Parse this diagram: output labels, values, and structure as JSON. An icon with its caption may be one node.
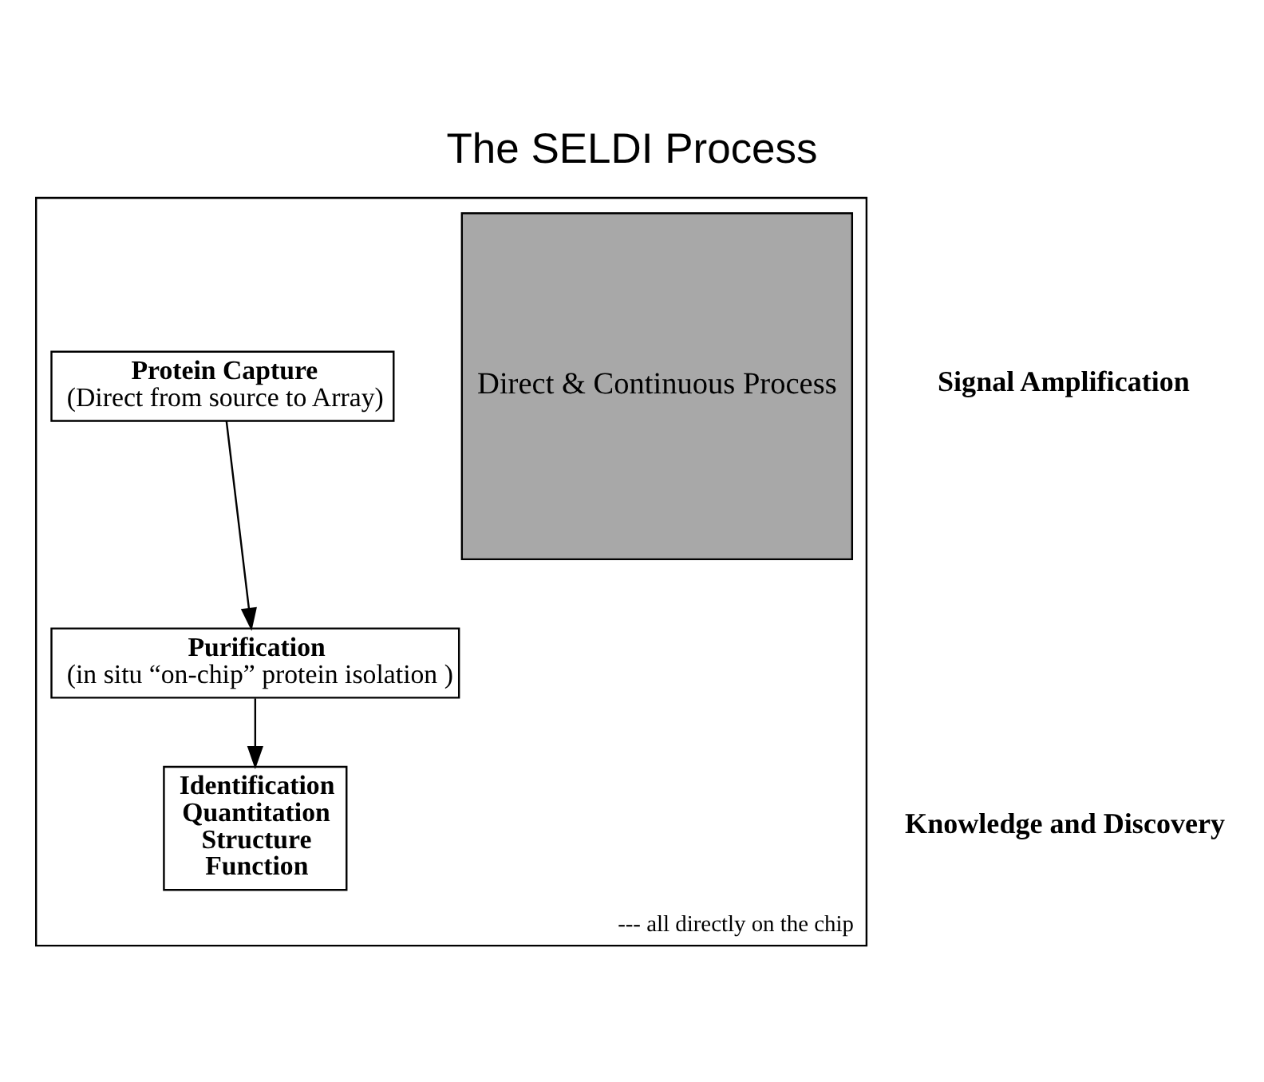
{
  "diagram": {
    "title": "The SELDI Process",
    "nodes": [
      {
        "text": [
          "--- all directly on the chip"
        ]
      },
      {
        "text": [
          "Direct & Continuous Process"
        ],
        "in": 0
      },
      {
        "text": [
          "Protein Capture",
          "(Direct from source to Array)"
        ],
        "in": 0
      },
      {
        "text": [
          "Purification",
          "(in situ “on-chip” protein isolation )"
        ],
        "in": 0
      },
      {
        "text": [
          "Identification",
          "Quantitation",
          "Structure",
          "Function"
        ],
        "in": 0
      }
    ],
    "edges": [
      {
        "from": 2,
        "to": 3,
        "arrow": "to"
      },
      {
        "from": 3,
        "to": 4,
        "arrow": "to"
      }
    ],
    "labels": [
      "Signal Amplification",
      "Knowledge and Discovery"
    ]
  }
}
